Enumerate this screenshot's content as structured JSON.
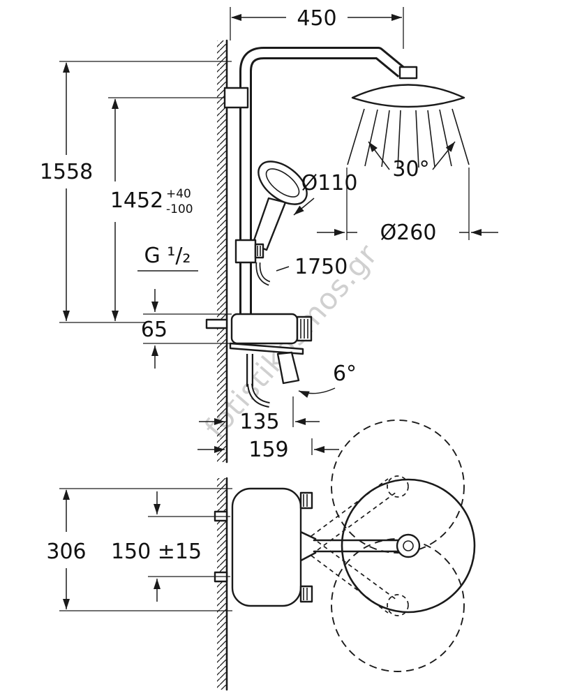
{
  "colors": {
    "line": "#1a1a1a",
    "watermark": "#c8c8c8",
    "background": "#ffffff"
  },
  "watermark": "fotistikosmos.gr",
  "labels": {
    "w450": "450",
    "h1558": "1558",
    "h1452": "1452",
    "tolPlus": "+40",
    "tolMinus": "-100",
    "thread": "G ¹/₂",
    "d65": "65",
    "dia110": "Ø110",
    "ang30": "30°",
    "dia260": "Ø260",
    "hose1750": "1750",
    "ang6": "6°",
    "d135": "135",
    "d159": "159",
    "d306": "306",
    "d150": "150 ±15"
  }
}
